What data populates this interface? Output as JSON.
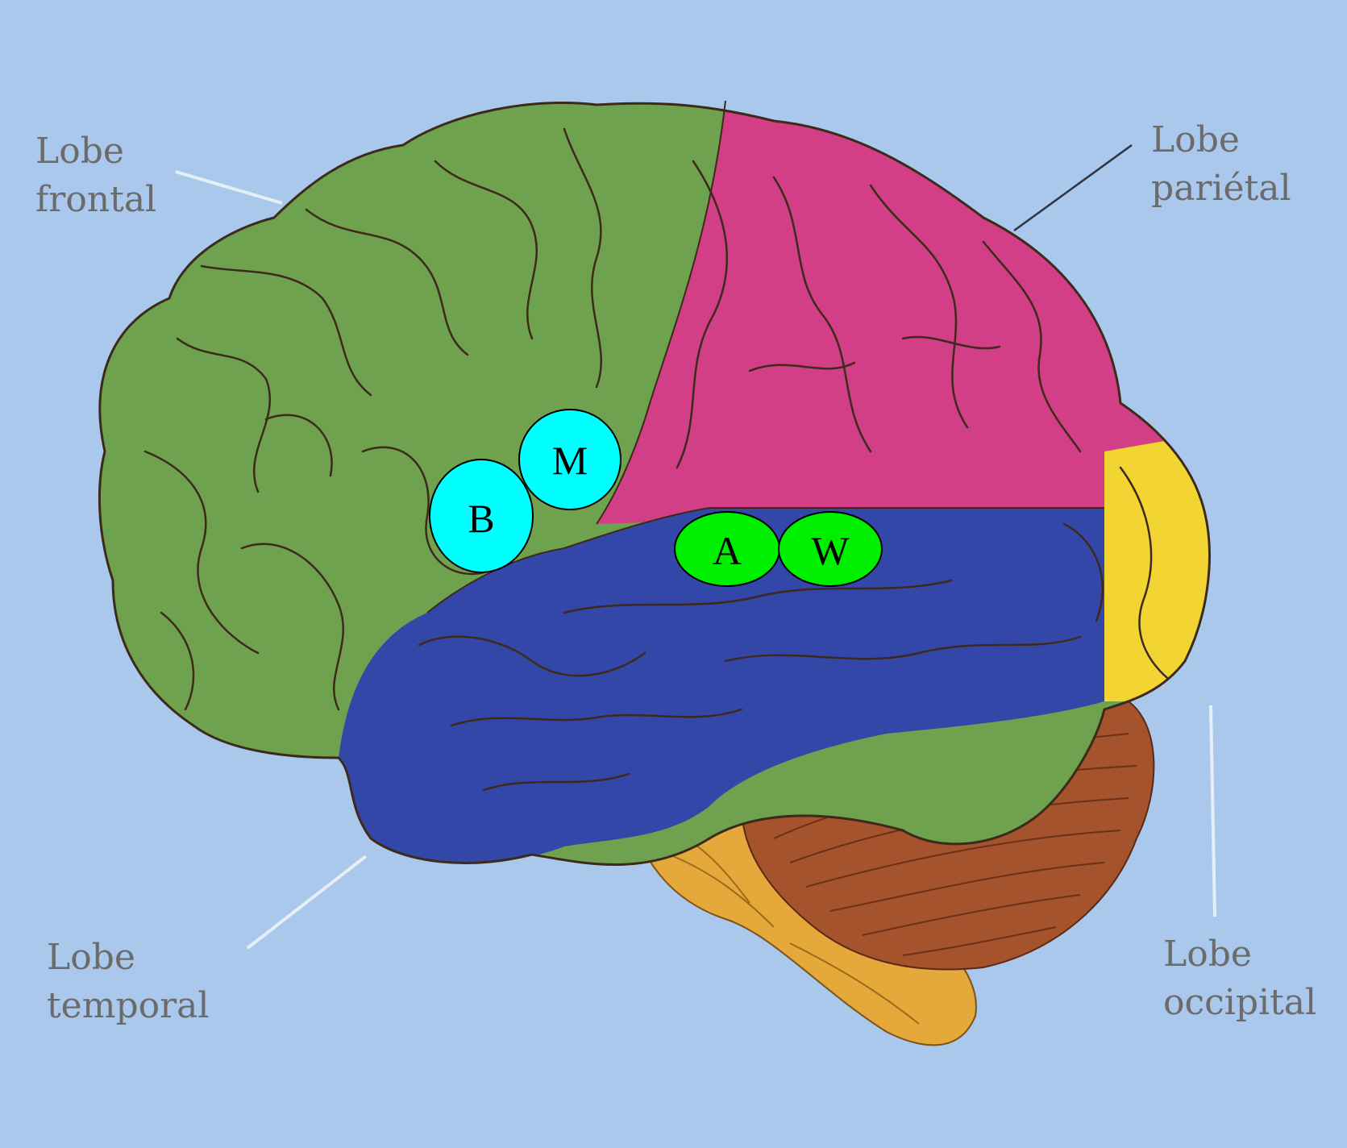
{
  "labels": {
    "frontal": [
      "Lobe",
      "frontal"
    ],
    "parietal": [
      "Lobe",
      "pariétal"
    ],
    "temporal": [
      "Lobe",
      "temporal"
    ],
    "occipital": [
      "Lobe",
      "occipital"
    ]
  },
  "markers": {
    "b": "B",
    "m": "M",
    "a": "A",
    "w": "W"
  },
  "colors": {
    "background": "#a9c8ec",
    "frontal": "#6ea24e",
    "parietal": "#d23f86",
    "temporal": "#3347a8",
    "occipital": "#f2d533",
    "cerebellum": "#a4532c",
    "brainstem": "#e5a93b",
    "marker_cyan": "#00ffff",
    "marker_green": "#00ee00"
  }
}
